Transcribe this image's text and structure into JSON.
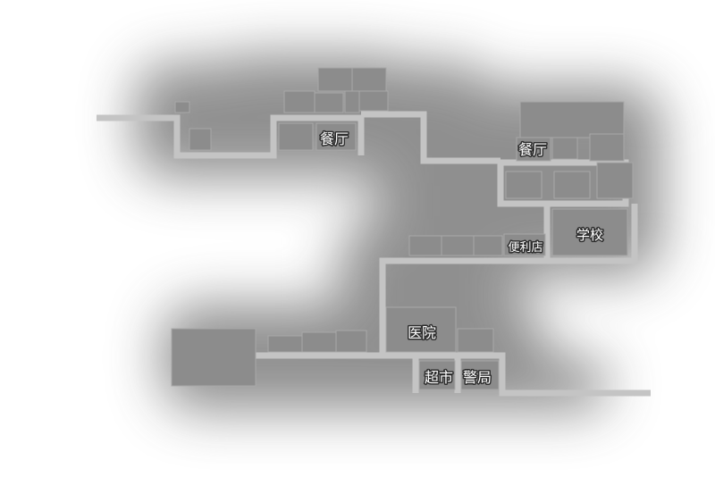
{
  "map": {
    "colors": {
      "background": "#ffffff",
      "fog": "#8a8a8a",
      "road": "#c4c4c4",
      "building": "#8c8c8c",
      "building_edge": "#a8a8a8",
      "label_text": "#ffffff",
      "label_outline": "#2e2e2e"
    },
    "labels": {
      "restaurant_west": "餐厅",
      "restaurant_east": "餐厅",
      "school": "学校",
      "convenience_store": "便利店",
      "hospital": "医院",
      "supermarket": "超市",
      "police_station": "警局"
    }
  }
}
